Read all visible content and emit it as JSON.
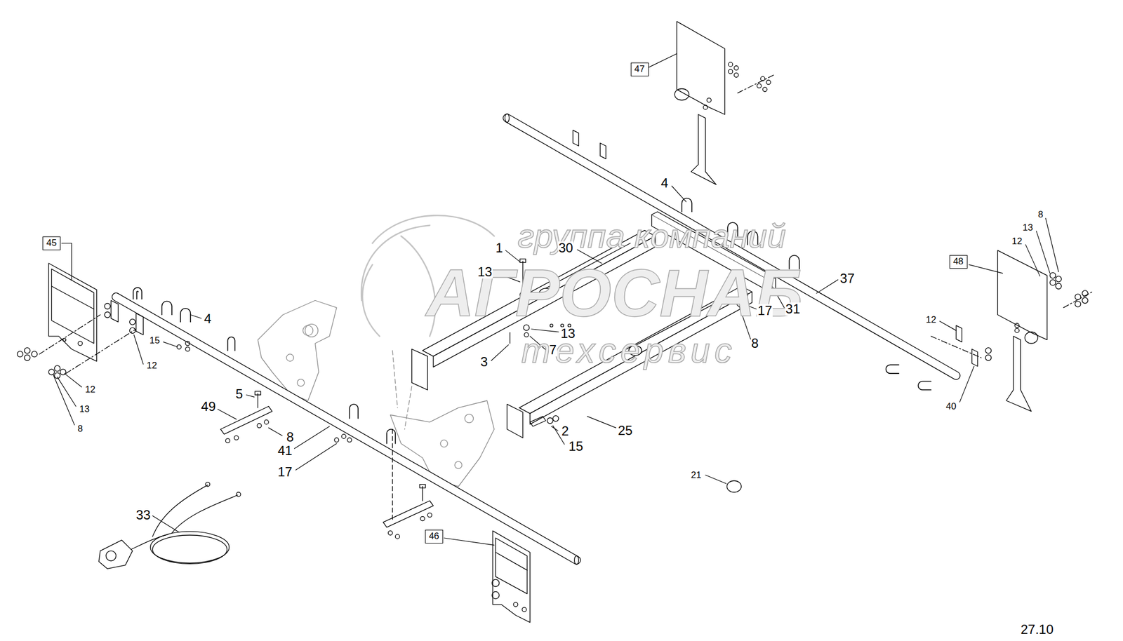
{
  "diagram": {
    "nodes": [
      {
        "text": [
          "47"
        ]
      },
      {
        "text": [
          "45"
        ]
      },
      {
        "text": [
          "48"
        ]
      },
      {
        "text": [
          "46"
        ]
      }
    ],
    "edges": [],
    "labels": [
      "4",
      "8",
      "13",
      "12",
      "1",
      "30",
      "37",
      "13",
      "13",
      "17",
      "31",
      "8",
      "7",
      "3",
      "4",
      "15",
      "12",
      "12",
      "13",
      "8",
      "12",
      "5",
      "49",
      "8",
      "41",
      "17",
      "2",
      "15",
      "25",
      "40",
      "21",
      "33",
      "группа компаний",
      "АГРОСНАБ",
      "техсервис",
      "27.10"
    ]
  }
}
